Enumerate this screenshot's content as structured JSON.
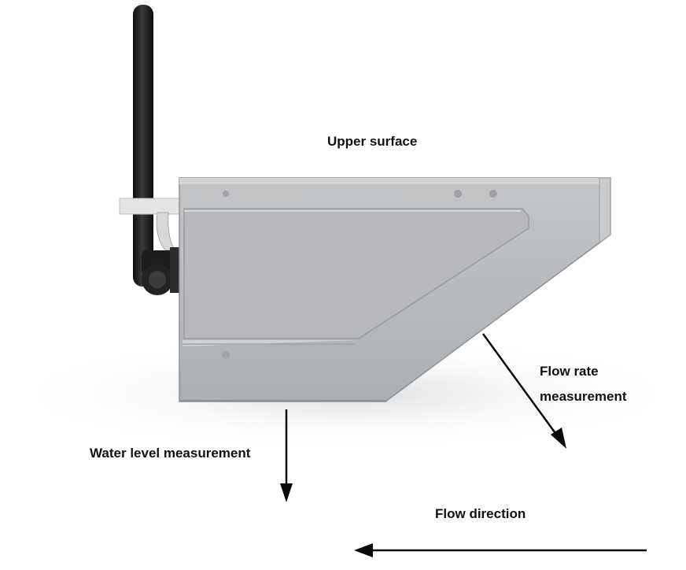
{
  "labels": {
    "upper_surface": "Upper surface",
    "flow_rate_line1": "Flow rate",
    "flow_rate_line2": "measurement",
    "water_level": "Water level measurement",
    "flow_direction": "Flow direction"
  },
  "colors": {
    "housing": "#b4b6b8",
    "housing_dark": "#9c9ea1",
    "antenna": "#1a1a1a",
    "arrow": "#0a0a0a",
    "shadow": "#e9eaeb"
  }
}
